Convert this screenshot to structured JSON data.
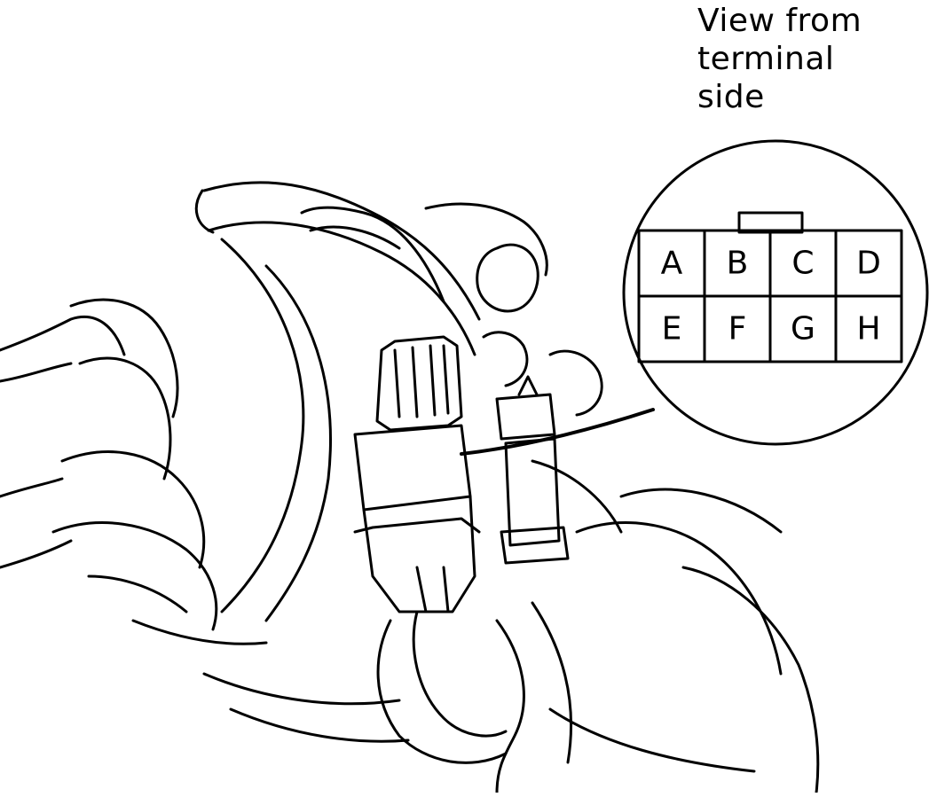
{
  "caption": {
    "line1": "View from",
    "line2": "terminal",
    "line3": "side"
  },
  "connector": {
    "terminals_top": [
      "A",
      "B",
      "C",
      "D"
    ],
    "terminals_bottom": [
      "E",
      "F",
      "G",
      "H"
    ]
  },
  "colors": {
    "line": "#000000",
    "background": "#ffffff"
  }
}
